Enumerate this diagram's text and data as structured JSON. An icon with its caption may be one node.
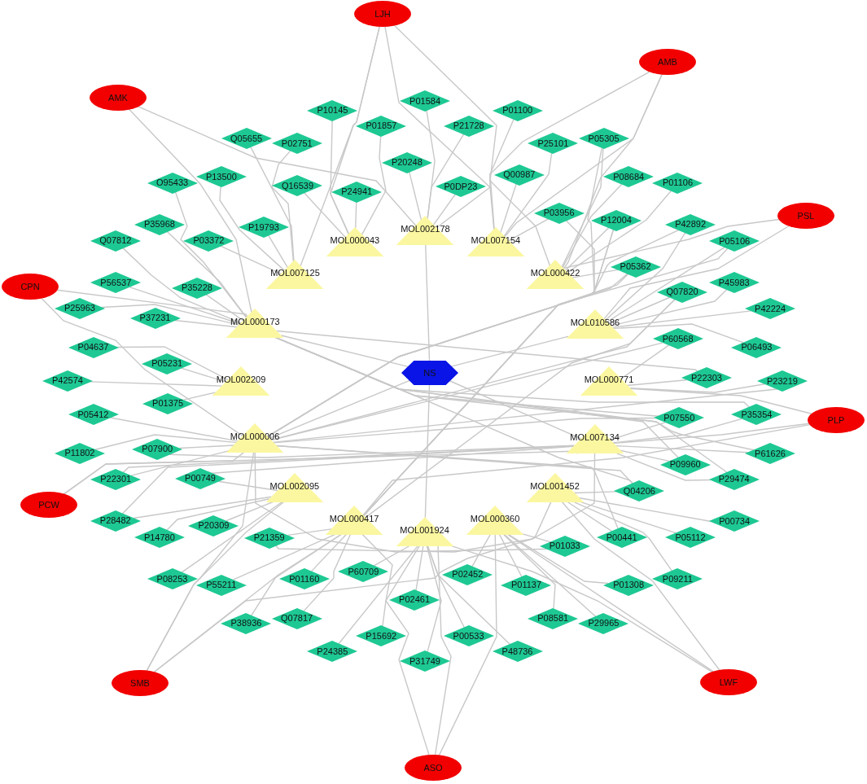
{
  "diagram": {
    "nodes": [
      {
        "text": [
          "LJH"
        ]
      },
      {
        "text": [
          "AMB"
        ]
      },
      {
        "text": [
          "AMK"
        ]
      },
      {
        "text": [
          "PSL"
        ]
      },
      {
        "text": [
          "CPN"
        ]
      },
      {
        "text": [
          "PLP"
        ]
      },
      {
        "text": [
          "PCW"
        ]
      },
      {
        "text": [
          "SMB"
        ]
      },
      {
        "text": [
          "LWF"
        ]
      },
      {
        "text": [
          "ASO"
        ]
      },
      {
        "text": [
          "NS"
        ]
      },
      {
        "text": [
          "MOL000043"
        ]
      },
      {
        "text": [
          "MOL002178"
        ]
      },
      {
        "text": [
          "MOL007154"
        ]
      },
      {
        "text": [
          "MOL007125"
        ]
      },
      {
        "text": [
          "MOL000422"
        ]
      },
      {
        "text": [
          "MOL000173"
        ]
      },
      {
        "text": [
          "MOL010586"
        ]
      },
      {
        "text": [
          "MOL002209"
        ]
      },
      {
        "text": [
          "MOL000771"
        ]
      },
      {
        "text": [
          "MOL000006"
        ]
      },
      {
        "text": [
          "MOL007134"
        ]
      },
      {
        "text": [
          "MOL002095"
        ]
      },
      {
        "text": [
          "MOL001452"
        ]
      },
      {
        "text": [
          "MOL000417"
        ]
      },
      {
        "text": [
          "MOL001924"
        ]
      },
      {
        "text": [
          "MOL000360"
        ]
      },
      {
        "text": [
          "P02751"
        ]
      },
      {
        "text": [
          "P10145"
        ]
      },
      {
        "text": [
          "P01857"
        ]
      },
      {
        "text": [
          "P01584"
        ]
      },
      {
        "text": [
          "P21728"
        ]
      },
      {
        "text": [
          "P01100"
        ]
      },
      {
        "text": [
          "P25101"
        ]
      },
      {
        "text": [
          "Q05655"
        ]
      },
      {
        "text": [
          "P05305"
        ]
      },
      {
        "text": [
          "P13500"
        ]
      },
      {
        "text": [
          "P08684"
        ]
      },
      {
        "text": [
          "O95433"
        ]
      },
      {
        "text": [
          "P01106"
        ]
      },
      {
        "text": [
          "P35968"
        ]
      },
      {
        "text": [
          "P42892"
        ]
      },
      {
        "text": [
          "Q07812"
        ]
      },
      {
        "text": [
          "P05106"
        ]
      },
      {
        "text": [
          "P56537"
        ]
      },
      {
        "text": [
          "P45983"
        ]
      },
      {
        "text": [
          "P25963"
        ]
      },
      {
        "text": [
          "P42224"
        ]
      },
      {
        "text": [
          "P04637"
        ]
      },
      {
        "text": [
          "P06493"
        ]
      },
      {
        "text": [
          "P42574"
        ]
      },
      {
        "text": [
          "P23219"
        ]
      },
      {
        "text": [
          "P05412"
        ]
      },
      {
        "text": [
          "P35354"
        ]
      },
      {
        "text": [
          "P11802"
        ]
      },
      {
        "text": [
          "P61626"
        ]
      },
      {
        "text": [
          "P22301"
        ]
      },
      {
        "text": [
          "P29474"
        ]
      },
      {
        "text": [
          "P28482"
        ]
      },
      {
        "text": [
          "P00734"
        ]
      },
      {
        "text": [
          "P14780"
        ]
      },
      {
        "text": [
          "P05112"
        ]
      },
      {
        "text": [
          "P08253"
        ]
      },
      {
        "text": [
          "P09211"
        ]
      },
      {
        "text": [
          "P55211"
        ]
      },
      {
        "text": [
          "P01308"
        ]
      },
      {
        "text": [
          "P38936"
        ]
      },
      {
        "text": [
          "P29965"
        ]
      },
      {
        "text": [
          "Q07817"
        ]
      },
      {
        "text": [
          "P08581"
        ]
      },
      {
        "text": [
          "P24385"
        ]
      },
      {
        "text": [
          "P48736"
        ]
      },
      {
        "text": [
          "P15692"
        ]
      },
      {
        "text": [
          "P31749"
        ]
      },
      {
        "text": [
          "P00533"
        ]
      },
      {
        "text": [
          "Q16539"
        ]
      },
      {
        "text": [
          "P24941"
        ]
      },
      {
        "text": [
          "P20248"
        ]
      },
      {
        "text": [
          "P0DP23"
        ]
      },
      {
        "text": [
          "Q00987"
        ]
      },
      {
        "text": [
          "P19793"
        ]
      },
      {
        "text": [
          "P03956"
        ]
      },
      {
        "text": [
          "P03372"
        ]
      },
      {
        "text": [
          "P12004"
        ]
      },
      {
        "text": [
          "P35228"
        ]
      },
      {
        "text": [
          "P05362"
        ]
      },
      {
        "text": [
          "P37231"
        ]
      },
      {
        "text": [
          "Q07820"
        ]
      },
      {
        "text": [
          "P05231"
        ]
      },
      {
        "text": [
          "P60568"
        ]
      },
      {
        "text": [
          "P01375"
        ]
      },
      {
        "text": [
          "P22303"
        ]
      },
      {
        "text": [
          "P07900"
        ]
      },
      {
        "text": [
          "P07550"
        ]
      },
      {
        "text": [
          "P00749"
        ]
      },
      {
        "text": [
          "P09960"
        ]
      },
      {
        "text": [
          "P20309"
        ]
      },
      {
        "text": [
          "Q04206"
        ]
      },
      {
        "text": [
          "P21359"
        ]
      },
      {
        "text": [
          "P00441"
        ]
      },
      {
        "text": [
          "P01160"
        ]
      },
      {
        "text": [
          "P01033"
        ]
      },
      {
        "text": [
          "P60709"
        ]
      },
      {
        "text": [
          "P01137"
        ]
      },
      {
        "text": [
          "P02461"
        ]
      },
      {
        "text": [
          "P02452"
        ]
      }
    ],
    "edges": [
      {
        "from": 0,
        "to": 14,
        "arrow": "none"
      },
      {
        "from": 0,
        "to": 11,
        "arrow": "none"
      },
      {
        "from": 0,
        "to": 13,
        "arrow": "none"
      },
      {
        "from": 0,
        "to": 15,
        "arrow": "none"
      },
      {
        "from": 1,
        "to": 12,
        "arrow": "none"
      },
      {
        "from": 1,
        "to": 13,
        "arrow": "none"
      },
      {
        "from": 1,
        "to": 15,
        "arrow": "none"
      },
      {
        "from": 2,
        "to": 16,
        "arrow": "none"
      },
      {
        "from": 2,
        "to": 12,
        "arrow": "none"
      },
      {
        "from": 3,
        "to": 15,
        "arrow": "none"
      },
      {
        "from": 3,
        "to": 17,
        "arrow": "none"
      },
      {
        "from": 4,
        "to": 16,
        "arrow": "none"
      },
      {
        "from": 4,
        "to": 20,
        "arrow": "none"
      },
      {
        "from": 5,
        "to": 19,
        "arrow": "none"
      },
      {
        "from": 5,
        "to": 21,
        "arrow": "none"
      },
      {
        "from": 5,
        "to": 24,
        "arrow": "none"
      },
      {
        "from": 6,
        "to": 20,
        "arrow": "none"
      },
      {
        "from": 6,
        "to": 21,
        "arrow": "none"
      },
      {
        "from": 7,
        "to": 22,
        "arrow": "none"
      },
      {
        "from": 7,
        "to": 24,
        "arrow": "none"
      },
      {
        "from": 7,
        "to": 23,
        "arrow": "none"
      },
      {
        "from": 7,
        "to": 20,
        "arrow": "none"
      },
      {
        "from": 8,
        "to": 26,
        "arrow": "none"
      },
      {
        "from": 8,
        "to": 25,
        "arrow": "none"
      },
      {
        "from": 8,
        "to": 23,
        "arrow": "none"
      },
      {
        "from": 9,
        "to": 25,
        "arrow": "none"
      },
      {
        "from": 9,
        "to": 24,
        "arrow": "none"
      },
      {
        "from": 9,
        "to": 26,
        "arrow": "none"
      },
      {
        "from": 10,
        "to": 12,
        "arrow": "none"
      },
      {
        "from": 10,
        "to": 16,
        "arrow": "none"
      },
      {
        "from": 10,
        "to": 17,
        "arrow": "none"
      },
      {
        "from": 10,
        "to": 20,
        "arrow": "none"
      },
      {
        "from": 10,
        "to": 21,
        "arrow": "none"
      },
      {
        "from": 10,
        "to": 25,
        "arrow": "none"
      },
      {
        "from": 14,
        "to": 27,
        "arrow": "none"
      },
      {
        "from": 11,
        "to": 28,
        "arrow": "none"
      },
      {
        "from": 11,
        "to": 29,
        "arrow": "none"
      },
      {
        "from": 12,
        "to": 30,
        "arrow": "none"
      },
      {
        "from": 12,
        "to": 31,
        "arrow": "none"
      },
      {
        "from": 13,
        "to": 32,
        "arrow": "none"
      },
      {
        "from": 13,
        "to": 33,
        "arrow": "none"
      },
      {
        "from": 14,
        "to": 34,
        "arrow": "none"
      },
      {
        "from": 15,
        "to": 35,
        "arrow": "none"
      },
      {
        "from": 14,
        "to": 36,
        "arrow": "none"
      },
      {
        "from": 15,
        "to": 37,
        "arrow": "none"
      },
      {
        "from": 16,
        "to": 38,
        "arrow": "none"
      },
      {
        "from": 15,
        "to": 39,
        "arrow": "none"
      },
      {
        "from": 16,
        "to": 40,
        "arrow": "none"
      },
      {
        "from": 17,
        "to": 41,
        "arrow": "none"
      },
      {
        "from": 16,
        "to": 42,
        "arrow": "none"
      },
      {
        "from": 17,
        "to": 43,
        "arrow": "none"
      },
      {
        "from": 16,
        "to": 44,
        "arrow": "none"
      },
      {
        "from": 17,
        "to": 45,
        "arrow": "none"
      },
      {
        "from": 16,
        "to": 46,
        "arrow": "none"
      },
      {
        "from": 17,
        "to": 47,
        "arrow": "none"
      },
      {
        "from": 18,
        "to": 48,
        "arrow": "none"
      },
      {
        "from": 17,
        "to": 49,
        "arrow": "none"
      },
      {
        "from": 18,
        "to": 50,
        "arrow": "none"
      },
      {
        "from": 19,
        "to": 51,
        "arrow": "none"
      },
      {
        "from": 20,
        "to": 52,
        "arrow": "none"
      },
      {
        "from": 21,
        "to": 53,
        "arrow": "none"
      },
      {
        "from": 20,
        "to": 54,
        "arrow": "none"
      },
      {
        "from": 21,
        "to": 55,
        "arrow": "none"
      },
      {
        "from": 20,
        "to": 56,
        "arrow": "none"
      },
      {
        "from": 21,
        "to": 57,
        "arrow": "none"
      },
      {
        "from": 22,
        "to": 58,
        "arrow": "none"
      },
      {
        "from": 23,
        "to": 59,
        "arrow": "none"
      },
      {
        "from": 22,
        "to": 60,
        "arrow": "none"
      },
      {
        "from": 23,
        "to": 61,
        "arrow": "none"
      },
      {
        "from": 22,
        "to": 62,
        "arrow": "none"
      },
      {
        "from": 23,
        "to": 63,
        "arrow": "none"
      },
      {
        "from": 24,
        "to": 64,
        "arrow": "none"
      },
      {
        "from": 26,
        "to": 65,
        "arrow": "none"
      },
      {
        "from": 24,
        "to": 66,
        "arrow": "none"
      },
      {
        "from": 26,
        "to": 67,
        "arrow": "none"
      },
      {
        "from": 24,
        "to": 68,
        "arrow": "none"
      },
      {
        "from": 26,
        "to": 69,
        "arrow": "none"
      },
      {
        "from": 25,
        "to": 70,
        "arrow": "none"
      },
      {
        "from": 25,
        "to": 71,
        "arrow": "none"
      },
      {
        "from": 25,
        "to": 72,
        "arrow": "none"
      },
      {
        "from": 25,
        "to": 73,
        "arrow": "none"
      },
      {
        "from": 25,
        "to": 74,
        "arrow": "none"
      },
      {
        "from": 11,
        "to": 75,
        "arrow": "none"
      },
      {
        "from": 11,
        "to": 76,
        "arrow": "none"
      },
      {
        "from": 12,
        "to": 77,
        "arrow": "none"
      },
      {
        "from": 12,
        "to": 78,
        "arrow": "none"
      },
      {
        "from": 13,
        "to": 79,
        "arrow": "none"
      },
      {
        "from": 14,
        "to": 80,
        "arrow": "none"
      },
      {
        "from": 13,
        "to": 81,
        "arrow": "none"
      },
      {
        "from": 14,
        "to": 82,
        "arrow": "none"
      },
      {
        "from": 15,
        "to": 83,
        "arrow": "none"
      },
      {
        "from": 16,
        "to": 84,
        "arrow": "none"
      },
      {
        "from": 15,
        "to": 85,
        "arrow": "none"
      },
      {
        "from": 16,
        "to": 86,
        "arrow": "none"
      },
      {
        "from": 17,
        "to": 87,
        "arrow": "none"
      },
      {
        "from": 18,
        "to": 88,
        "arrow": "none"
      },
      {
        "from": 19,
        "to": 89,
        "arrow": "none"
      },
      {
        "from": 18,
        "to": 90,
        "arrow": "none"
      },
      {
        "from": 19,
        "to": 91,
        "arrow": "none"
      },
      {
        "from": 20,
        "to": 92,
        "arrow": "none"
      },
      {
        "from": 21,
        "to": 93,
        "arrow": "none"
      },
      {
        "from": 22,
        "to": 94,
        "arrow": "none"
      },
      {
        "from": 21,
        "to": 95,
        "arrow": "none"
      },
      {
        "from": 22,
        "to": 96,
        "arrow": "none"
      },
      {
        "from": 23,
        "to": 97,
        "arrow": "none"
      },
      {
        "from": 24,
        "to": 98,
        "arrow": "none"
      },
      {
        "from": 23,
        "to": 99,
        "arrow": "none"
      },
      {
        "from": 24,
        "to": 100,
        "arrow": "none"
      },
      {
        "from": 26,
        "to": 101,
        "arrow": "none"
      },
      {
        "from": 25,
        "to": 102,
        "arrow": "none"
      },
      {
        "from": 26,
        "to": 103,
        "arrow": "none"
      },
      {
        "from": 25,
        "to": 104,
        "arrow": "none"
      },
      {
        "from": 26,
        "to": 105,
        "arrow": "none"
      },
      {
        "from": 20,
        "to": 81,
        "arrow": "none"
      },
      {
        "from": 20,
        "to": 83,
        "arrow": "none"
      },
      {
        "from": 20,
        "to": 85,
        "arrow": "none"
      },
      {
        "from": 20,
        "to": 87,
        "arrow": "none"
      },
      {
        "from": 20,
        "to": 89,
        "arrow": "none"
      },
      {
        "from": 20,
        "to": 93,
        "arrow": "none"
      },
      {
        "from": 20,
        "to": 97,
        "arrow": "none"
      },
      {
        "from": 20,
        "to": 99,
        "arrow": "none"
      },
      {
        "from": 20,
        "to": 101,
        "arrow": "none"
      },
      {
        "from": 20,
        "to": 35,
        "arrow": "none"
      },
      {
        "from": 20,
        "to": 51,
        "arrow": "none"
      },
      {
        "from": 16,
        "to": 91,
        "arrow": "none"
      },
      {
        "from": 16,
        "to": 93,
        "arrow": "none"
      },
      {
        "from": 16,
        "to": 95,
        "arrow": "none"
      },
      {
        "from": 16,
        "to": 97,
        "arrow": "none"
      },
      {
        "from": 16,
        "to": 53,
        "arrow": "none"
      },
      {
        "from": 16,
        "to": 55,
        "arrow": "none"
      },
      {
        "from": 16,
        "to": 57,
        "arrow": "none"
      },
      {
        "from": 24,
        "to": 83,
        "arrow": "none"
      },
      {
        "from": 24,
        "to": 85,
        "arrow": "none"
      },
      {
        "from": 24,
        "to": 87,
        "arrow": "none"
      },
      {
        "from": 24,
        "to": 41,
        "arrow": "none"
      },
      {
        "from": 24,
        "to": 43,
        "arrow": "none"
      },
      {
        "from": 21,
        "to": 92,
        "arrow": "none"
      },
      {
        "from": 21,
        "to": 94,
        "arrow": "none"
      },
      {
        "from": 21,
        "to": 98,
        "arrow": "none"
      },
      {
        "from": 21,
        "to": 56,
        "arrow": "none"
      },
      {
        "from": 21,
        "to": 58,
        "arrow": "none"
      }
    ]
  }
}
